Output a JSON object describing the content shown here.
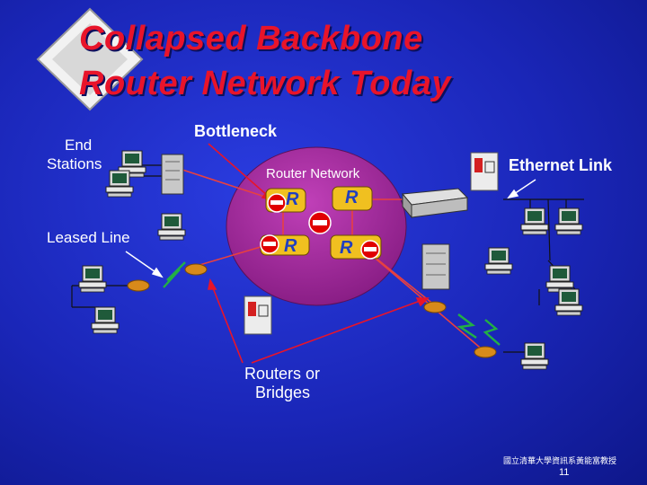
{
  "title": {
    "line1": "Collapsed Backbone",
    "line2": "Router Network Today"
  },
  "labels": {
    "end_stations_1": "End",
    "end_stations_2": "Stations",
    "bottleneck": "Bottleneck",
    "router_network": "Router Network",
    "ethernet_link": "Ethernet Link",
    "leased_line": "Leased Line",
    "routers_bridges_1": "Routers or",
    "routers_bridges_2": "Bridges"
  },
  "router_letter": "R",
  "footer": {
    "institution": "國立清華大學資訊系黃能富教授",
    "page": "11"
  },
  "colors": {
    "title": "#e8142a",
    "cloud": "#a0289a",
    "router": "#f0c020",
    "link": "#e84040",
    "node": "#d88a1a"
  }
}
